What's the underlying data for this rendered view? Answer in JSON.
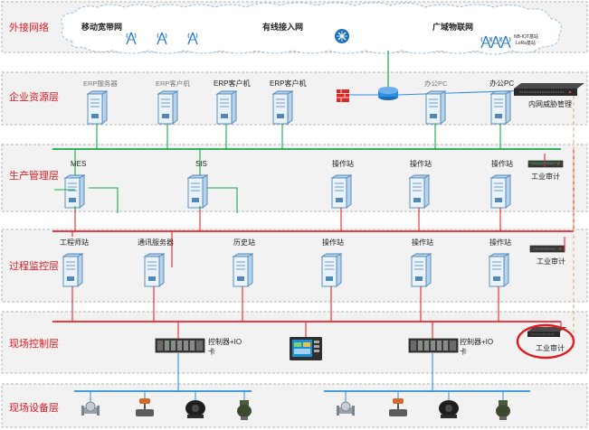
{
  "layers": [
    {
      "label": "外接网络"
    },
    {
      "label": "企业资源层"
    },
    {
      "label": "生产管理层"
    },
    {
      "label": "过程监控层"
    },
    {
      "label": "现场控制层"
    },
    {
      "label": "现场设备层"
    }
  ],
  "cloud": {
    "mobile_broadband": "移动宽带网",
    "wired_access": "有线接入网",
    "wan_iot": "广域物联网",
    "nb_iot": "NB-IOT基站",
    "lora": "LoRa基站"
  },
  "enterprise": {
    "erp_server": "ERP服务器",
    "erp_client_1": "ERP客户机",
    "erp_client_2": "ERP客户机",
    "erp_client_3": "ERP客户机",
    "office_pc_1": "办公PC",
    "office_pc_2": "办公PC",
    "threat_mgmt": "内网威胁管理"
  },
  "production": {
    "mes": "MES",
    "sis": "SIS",
    "op_station_1": "操作站",
    "op_station_2": "操作站",
    "op_station_3": "操作站",
    "industrial_audit": "工业审计"
  },
  "monitoring": {
    "engineer_station": "工程师站",
    "comm_server": "通讯服务器",
    "history_station": "历史站",
    "op_station_1": "操作站",
    "op_station_2": "操作站",
    "op_station_3": "操作站",
    "industrial_audit": "工业审计"
  },
  "control": {
    "controller_io_1": "控制器+IO",
    "card_1": "卡",
    "controller_io_2": "控制器+IO",
    "card_2": "卡",
    "industrial_audit": "工业审计"
  },
  "colors": {
    "layer_label": "#e01a22",
    "green_bus": "#1aa84b",
    "red_bus": "#e8242c",
    "blue_bus": "#2f8fe0",
    "band_fill": "#f2f2f2",
    "dashed_link": "#f2a25a",
    "highlight_ellipse": "#e01a22"
  }
}
